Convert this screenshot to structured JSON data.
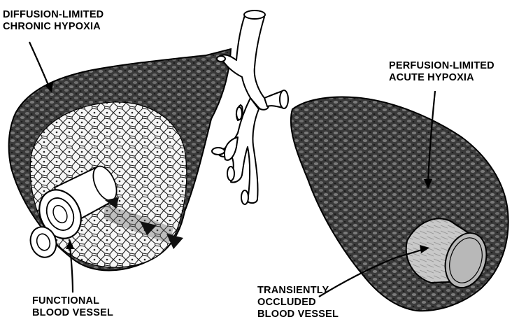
{
  "labels": {
    "diffusion": {
      "line1": "DIFFUSION-LIMITED",
      "line2": "CHRONIC HYPOXIA"
    },
    "perfusion": {
      "line1": "PERFUSION-LIMITED",
      "line2": "ACUTE HYPOXIA"
    },
    "functional": {
      "line1": "FUNCTIONAL",
      "line2": "BLOOD VESSEL"
    },
    "occluded": {
      "line1": "TRANSIENTLY",
      "line2": "OCCLUDED",
      "line3": "BLOOD VESSEL"
    }
  },
  "colors": {
    "dark_tissue": "#3a3a3a",
    "light_tissue": "#f4f4f4",
    "ink": "#000000",
    "vessel": "#ffffff",
    "occluded_vessel": "#b8b8b8"
  }
}
